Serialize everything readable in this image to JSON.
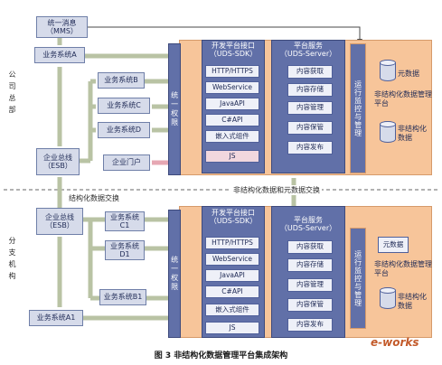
{
  "mms": "统一消息\n（MMS）",
  "hq": {
    "side_label": "公司总部",
    "systems": [
      "业务系统A",
      "业务系统B",
      "业务系统C",
      "业务系统D"
    ],
    "esb": "企业总线\n（ESB）",
    "portal": "企业门户",
    "auth": "统一权限",
    "sdk_title": "开发平台接口\n（UDS-SDK）",
    "sdk_items": [
      "HTTP/HTTPS",
      "WebService",
      "JavaAPI",
      "C#API",
      "嵌入式组件",
      "JS"
    ],
    "server_title": "平台服务\n（UDS-Server）",
    "server_items": [
      "内容获取",
      "内容存储",
      "内容管理",
      "内容保管",
      "内容发布"
    ],
    "ctrl": "运行监控与管理",
    "db_meta": "元数据",
    "platform_name": "非结构化数据管理平台",
    "db_unstruct": "非结构化数据"
  },
  "branch": {
    "side_label": "分支机构",
    "systems": [
      "业务系统C1",
      "业务系统D1",
      "业务系统B1",
      "业务系统A1"
    ],
    "esb": "企业总线\n（ESB）",
    "auth": "统一权限",
    "sdk_title": "开发平台接口\n（UDS-SDK）",
    "sdk_items": [
      "HTTP/HTTPS",
      "WebService",
      "JavaAPI",
      "C#API",
      "嵌入式组件",
      "JS"
    ],
    "server_title": "平台服务\n（UDS-Server）",
    "server_items": [
      "内容获取",
      "内容存储",
      "内容管理",
      "内容保管",
      "内容发布"
    ],
    "ctrl": "运行监控与管理",
    "db_meta": "元数据",
    "platform_name": "非结构化数据管理平台",
    "db_unstruct": "非结构化数据"
  },
  "exchange_structured": "结构化数据交换",
  "exchange_unstructured": "非结构化数据和元数据交换",
  "caption": "图 3  非结构化数据管理平台集成架构",
  "logo": "e-works"
}
